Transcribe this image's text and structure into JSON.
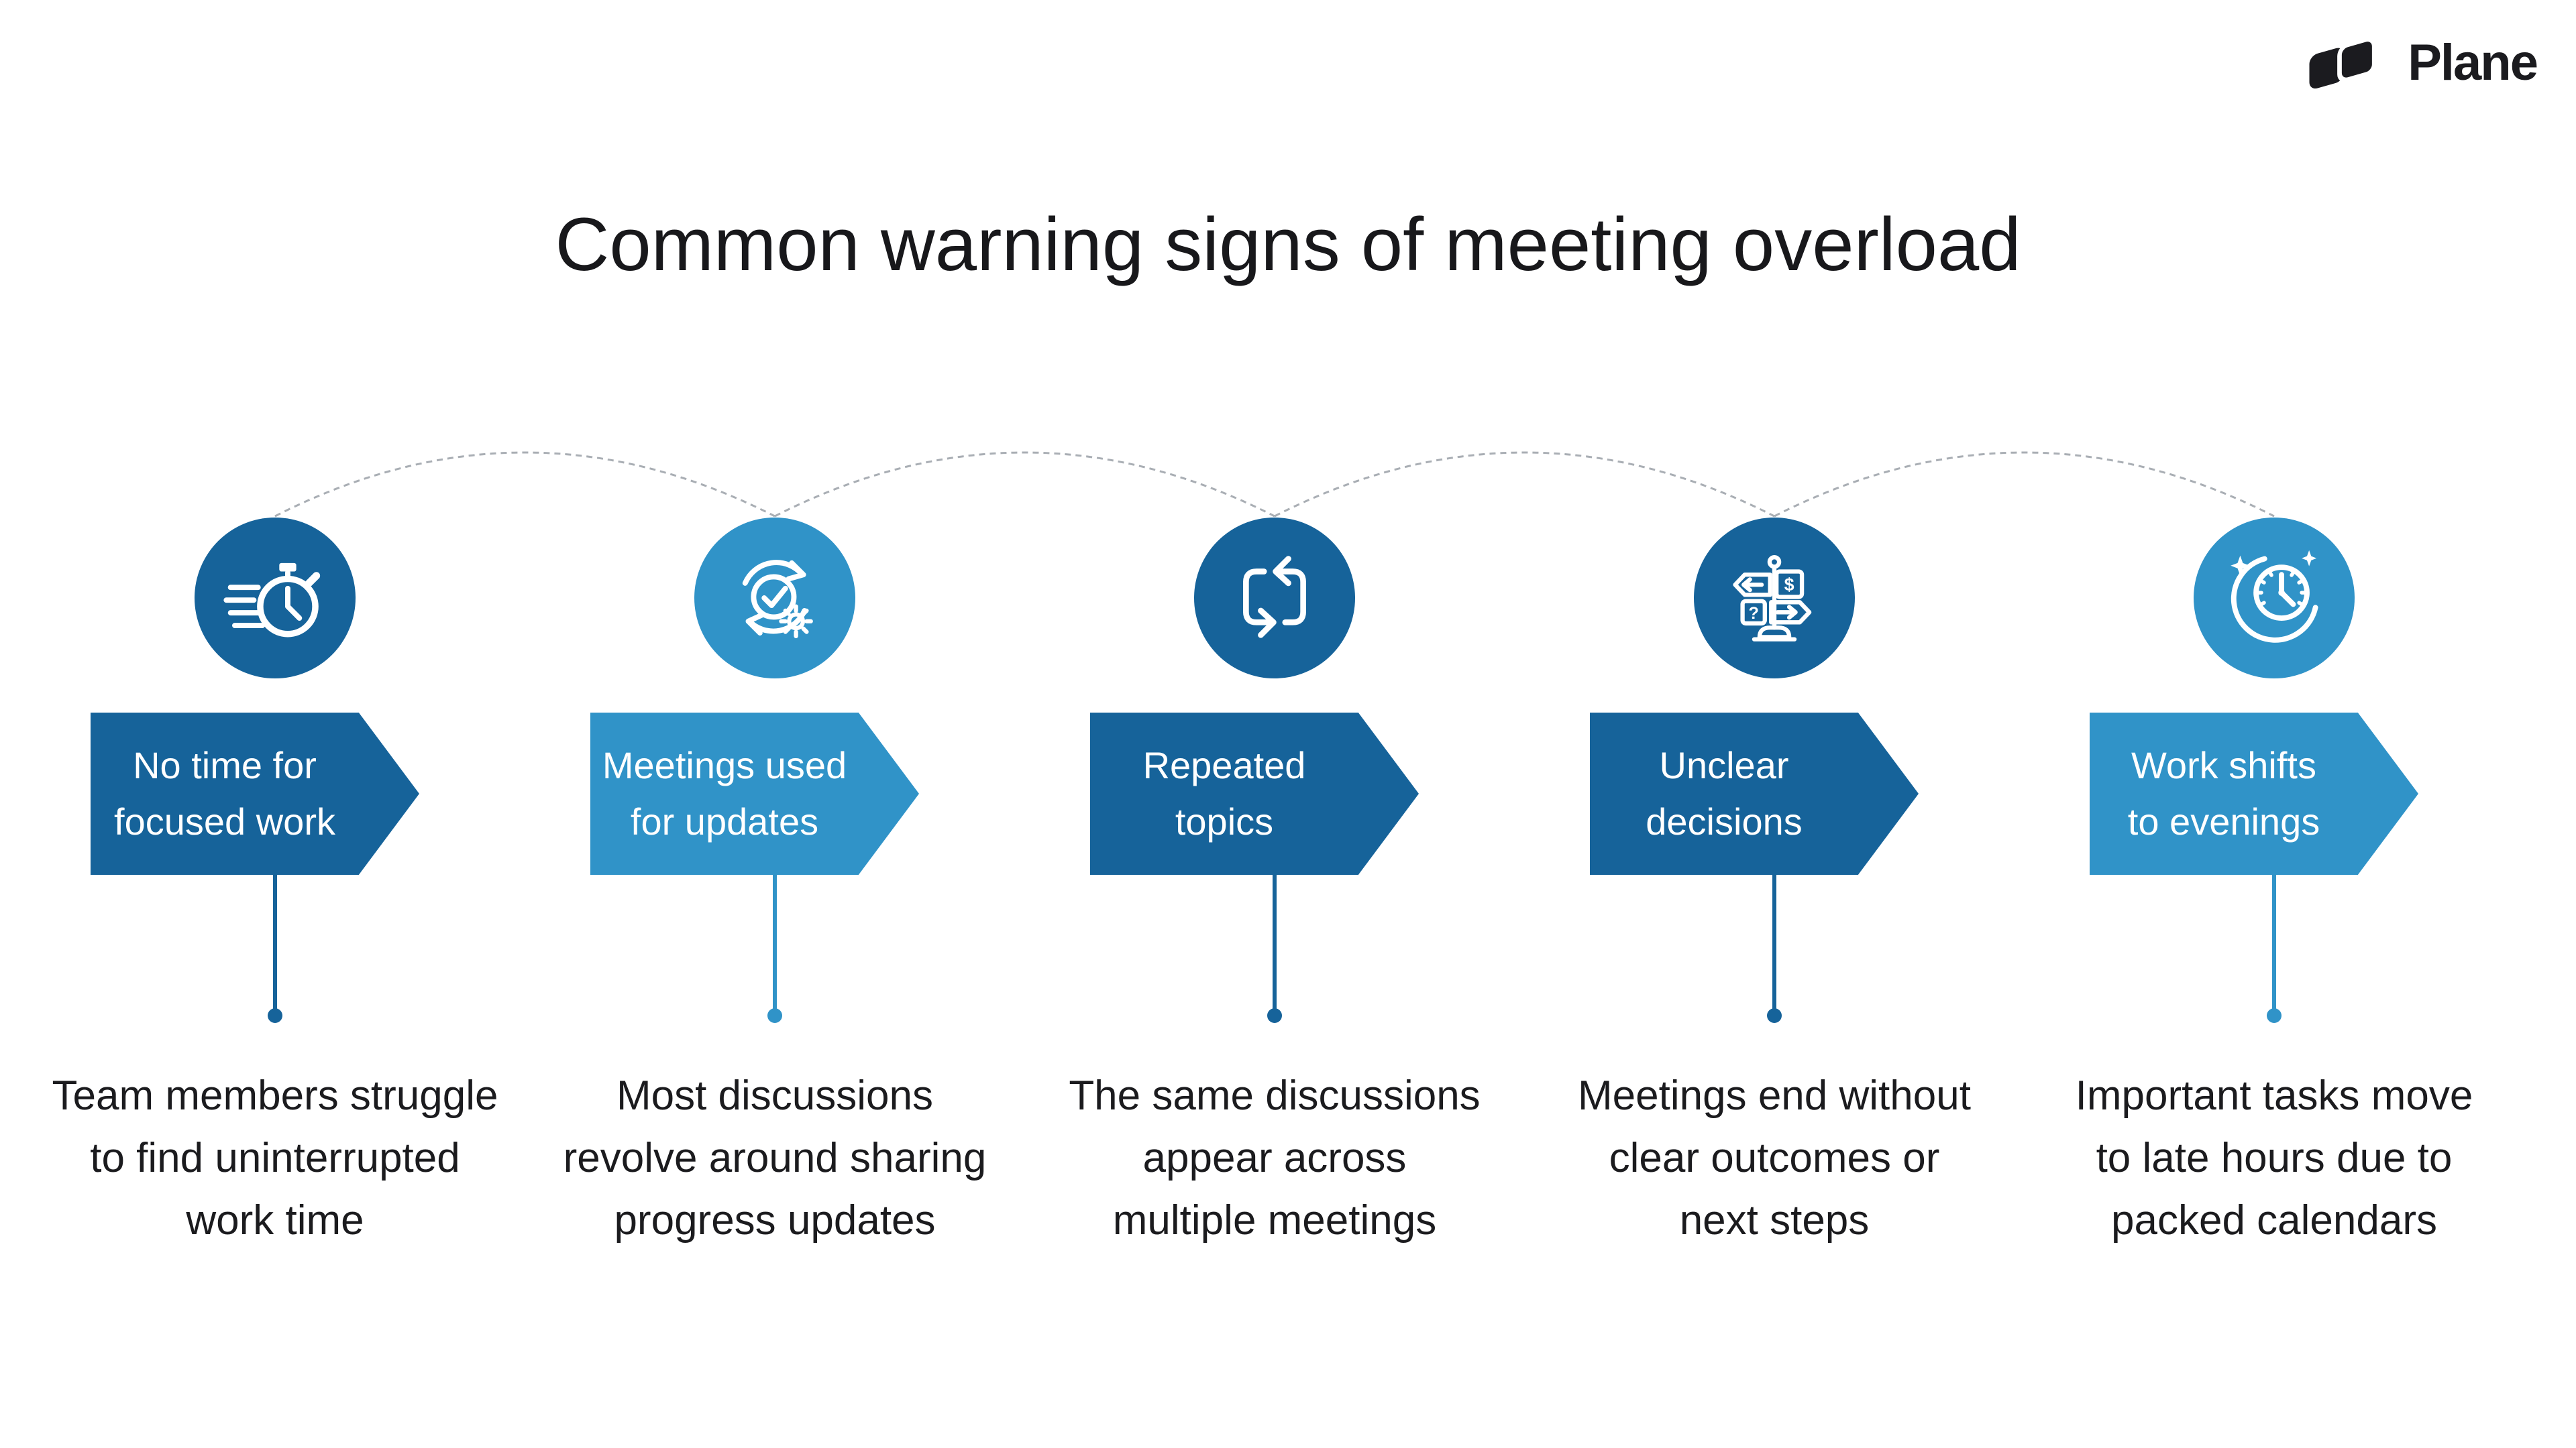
{
  "title": "Common warning signs of meeting overload",
  "brand": {
    "name": "Plane"
  },
  "colors": {
    "dark_blue": "#16639a",
    "light_blue": "#3093c8",
    "text_dark": "#18181b",
    "connector_gray": "#a9aeb4",
    "background": "#ffffff"
  },
  "items": [
    {
      "icon": "fast-stopwatch-icon",
      "accent_color": "#16639a",
      "banner_line1": "No time for",
      "banner_line2": "focused work",
      "desc_line1": "Team members struggle",
      "desc_line2": "to find uninterrupted",
      "desc_line3": "work time"
    },
    {
      "icon": "progress-check-gear-icon",
      "accent_color": "#3093c8",
      "banner_line1": "Meetings used",
      "banner_line2": "for updates",
      "desc_line1": "Most discussions",
      "desc_line2": "revolve around sharing",
      "desc_line3": "progress updates"
    },
    {
      "icon": "repeat-loop-icon",
      "accent_color": "#16639a",
      "banner_line1": "Repeated",
      "banner_line2": "topics",
      "desc_line1": "The same discussions",
      "desc_line2": "appear across",
      "desc_line3": "multiple meetings"
    },
    {
      "icon": "signpost-decisions-icon",
      "accent_color": "#16639a",
      "banner_line1": "Unclear",
      "banner_line2": "decisions",
      "desc_line1": "Meetings end without",
      "desc_line2": "clear outcomes or",
      "desc_line3": "next steps"
    },
    {
      "icon": "night-clock-icon",
      "accent_color": "#3093c8",
      "banner_line1": "Work shifts",
      "banner_line2": "to evenings",
      "desc_line1": "Important tasks move",
      "desc_line2": "to late hours due to",
      "desc_line3": "packed calendars"
    }
  ]
}
